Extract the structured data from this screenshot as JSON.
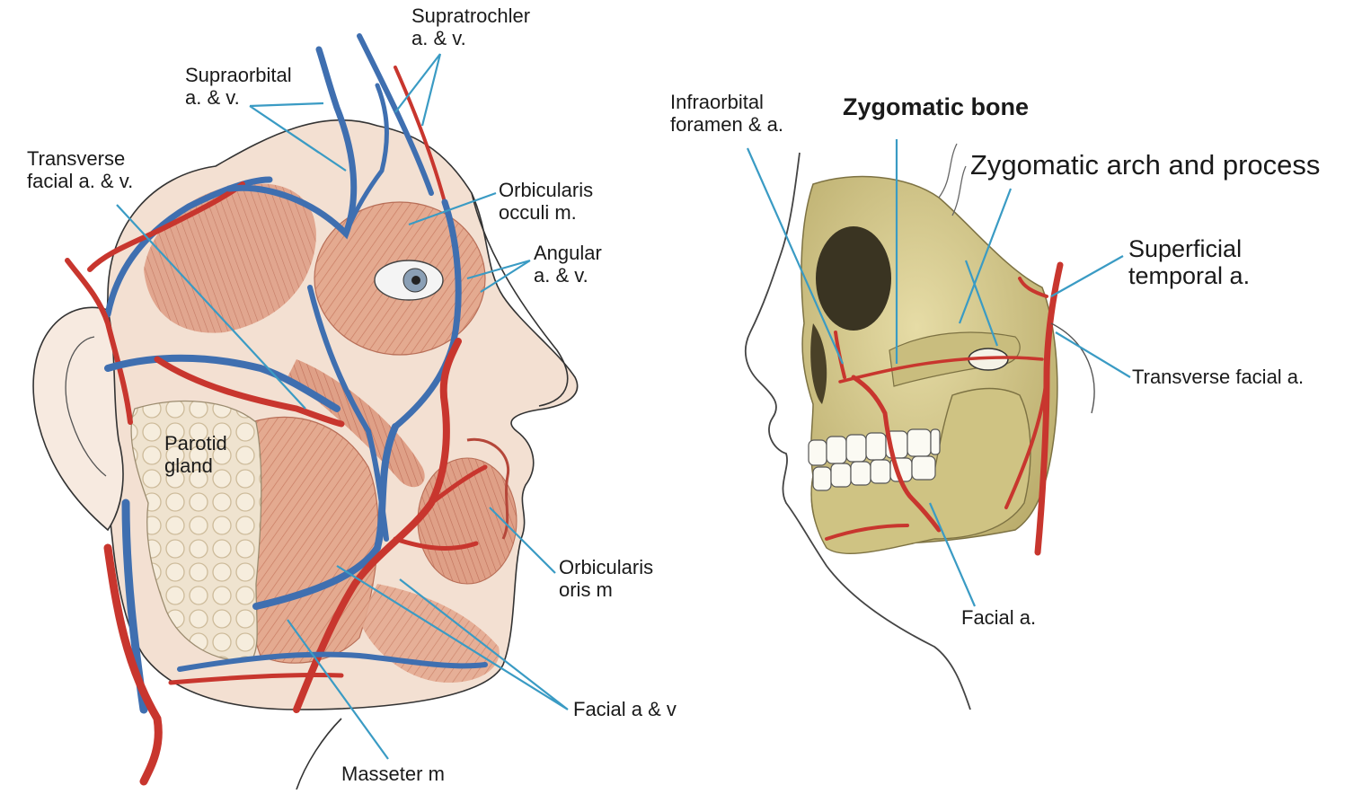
{
  "left_figure": {
    "labels": {
      "supratrochler": [
        "Supratrochler",
        "a. & v."
      ],
      "supraorbital": [
        "Supraorbital",
        "a. & v."
      ],
      "transverse_facial_av": [
        "Transverse",
        "facial a. & v."
      ],
      "orbicularis_occuli": [
        "Orbicularis",
        "occuli m."
      ],
      "angular": [
        "Angular",
        "a. & v."
      ],
      "parotid": [
        "Parotid",
        "gland"
      ],
      "orbicularis_oris": [
        "Orbicularis",
        "oris m"
      ],
      "facial_av": "Facial a & v",
      "masseter": "Masseter m"
    }
  },
  "right_figure": {
    "labels": {
      "infraorbital": [
        "Infraorbital",
        "foramen & a."
      ],
      "zygomatic_bone": "Zygomatic bone",
      "zygomatic_arch": "Zygomatic arch and process",
      "superficial_temporal": [
        "Superficial",
        "temporal a."
      ],
      "transverse_facial_a": "Transverse facial a.",
      "facial_a": "Facial a."
    }
  },
  "colors": {
    "leader": "#3a9bc4",
    "artery": "#c8362e",
    "vein": "#3f6fb0",
    "bone": "#d8cf96",
    "muscle": "#e2a58c",
    "gland": "#efe3cf",
    "outline": "#333333"
  }
}
